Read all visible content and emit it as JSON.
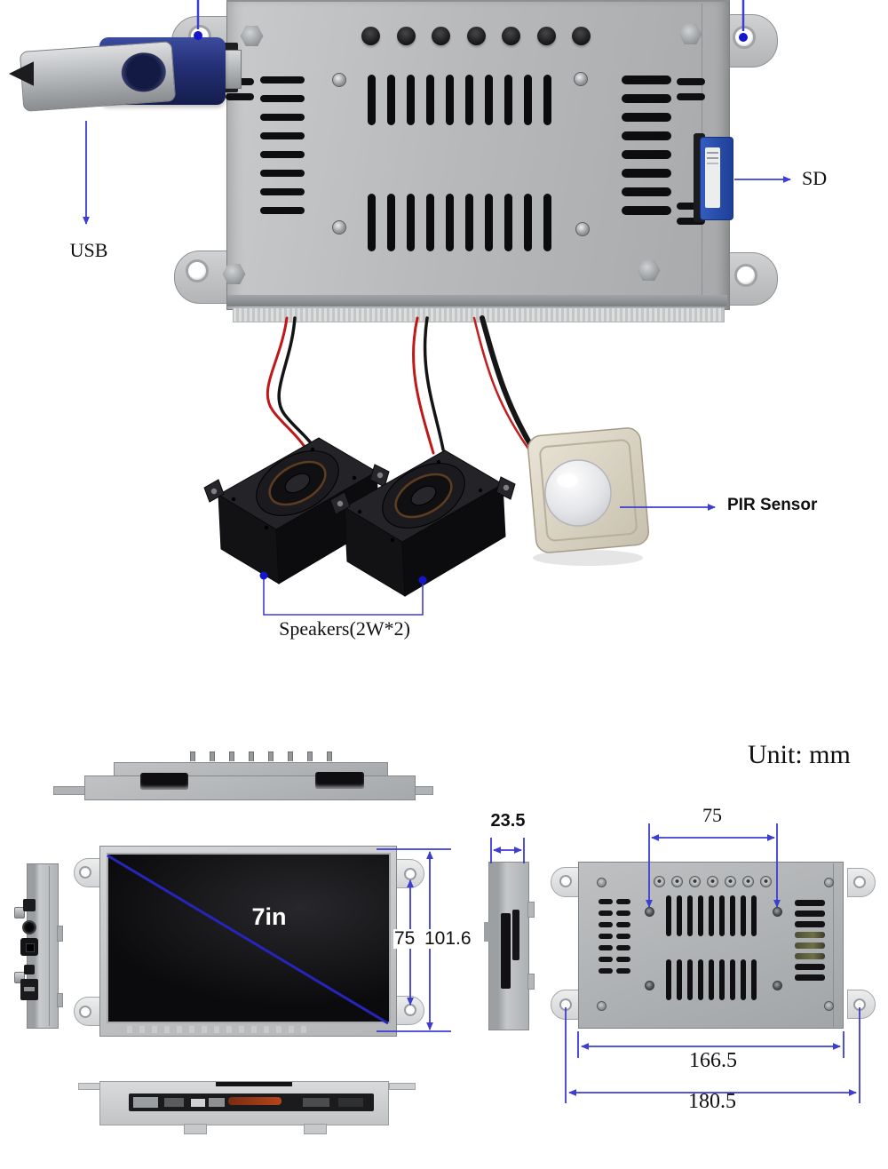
{
  "photo": {
    "usb_label": "USB",
    "sd_label": "SD",
    "pir_label": "PIR Sensor",
    "speakers_label": "Speakers(2W*2)"
  },
  "dimensions": {
    "unit_label": "Unit: mm",
    "front": {
      "diagonal": "7in",
      "mount_hole_spacing": "75",
      "overall_height": "101.6"
    },
    "side": {
      "depth": "23.5"
    },
    "back": {
      "mount_hole_spacing": "75",
      "chassis_width": "166.5",
      "overall_width": "180.5"
    }
  },
  "colors": {
    "callout_blue": "#3d3dd2",
    "diagonal_blue": "#2525bc",
    "chassis_gray": "#b4b6b8",
    "pir_beige": "#d9d2c2",
    "usb_navy": "#222f6e",
    "sd_blue": "#2b57b8"
  }
}
